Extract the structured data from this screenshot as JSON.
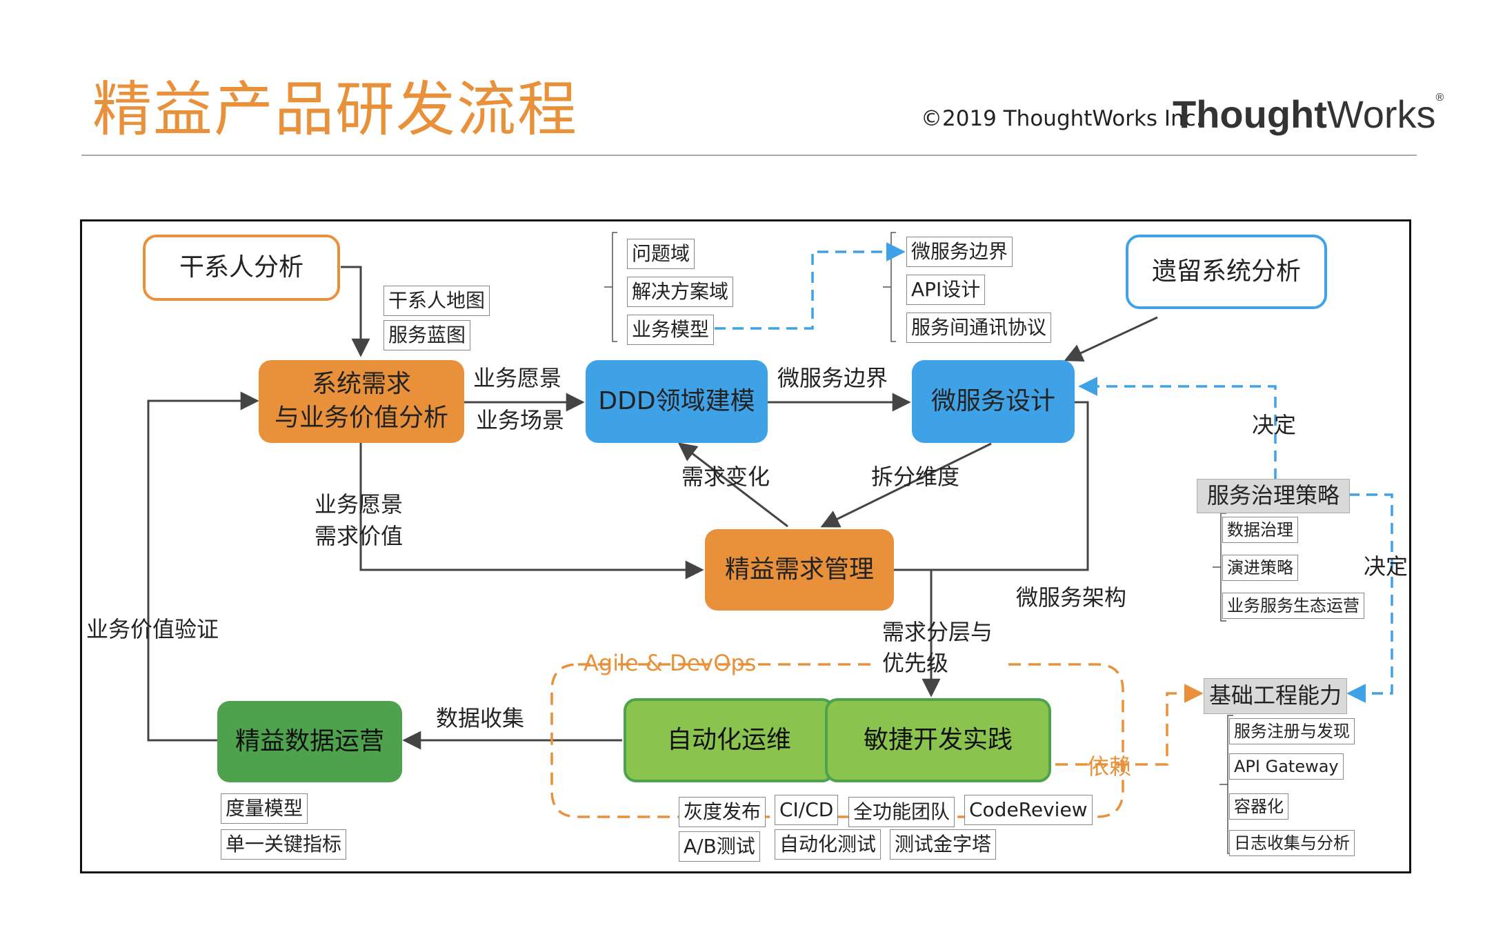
{
  "header": {
    "title": "精益产品研发流程",
    "copyright": "©2019 ThoughtWorks Inc.",
    "brand_bold": "Thought",
    "brand_regular": "Works",
    "brand_mark": "®"
  },
  "nodes": {
    "stakeholder": "干系人分析",
    "legacy": "遗留系统分析",
    "requirements_line1": "系统需求",
    "requirements_line2": "与业务价值分析",
    "ddd": "DDD领域建模",
    "microservice_design": "微服务设计",
    "lean_requirements": "精益需求管理",
    "lean_data": "精益数据运营",
    "auto_ops": "自动化运维",
    "agile_practice": "敏捷开发实践",
    "governance": "服务治理策略",
    "infra": "基础工程能力"
  },
  "tags": {
    "stakeholder": [
      "干系人地图",
      "服务蓝图"
    ],
    "ddd": [
      "问题域",
      "解决方案域",
      "业务模型"
    ],
    "microservice": [
      "微服务边界",
      "API设计",
      "服务间通讯协议"
    ],
    "governance": [
      "数据治理",
      "演进策略",
      "业务服务生态运营"
    ],
    "infra": [
      "服务注册与发现",
      "API Gateway",
      "容器化",
      "日志收集与分析"
    ],
    "data": [
      "度量模型",
      "单一关键指标"
    ],
    "practice_row1": [
      "灰度发布",
      "CI/CD",
      "全功能团队",
      "CodeReview"
    ],
    "practice_row2": [
      "A/B测试",
      "自动化测试",
      "测试金字塔"
    ]
  },
  "labels": {
    "biz_vision": "业务愿景",
    "biz_scene": "业务场景",
    "ms_boundary": "微服务边界",
    "req_change": "需求变化",
    "split_dim": "拆分维度",
    "biz_vision2": "业务愿景",
    "req_value": "需求价值",
    "ms_arch": "微服务架构",
    "req_layer1": "需求分层与",
    "req_layer2": "优先级",
    "biz_value_verify": "业务价值验证",
    "data_collect": "数据收集",
    "agile_devops": "Agile & DevOps",
    "depends": "依赖",
    "decide1": "决定",
    "decide2": "决定"
  },
  "colors": {
    "orange": "#E8913A",
    "blue": "#3FA1E6",
    "green_dark": "#4EA24D",
    "green_light": "#8BC34F",
    "gray": "#D9D9D9",
    "arrow": "#444444"
  }
}
